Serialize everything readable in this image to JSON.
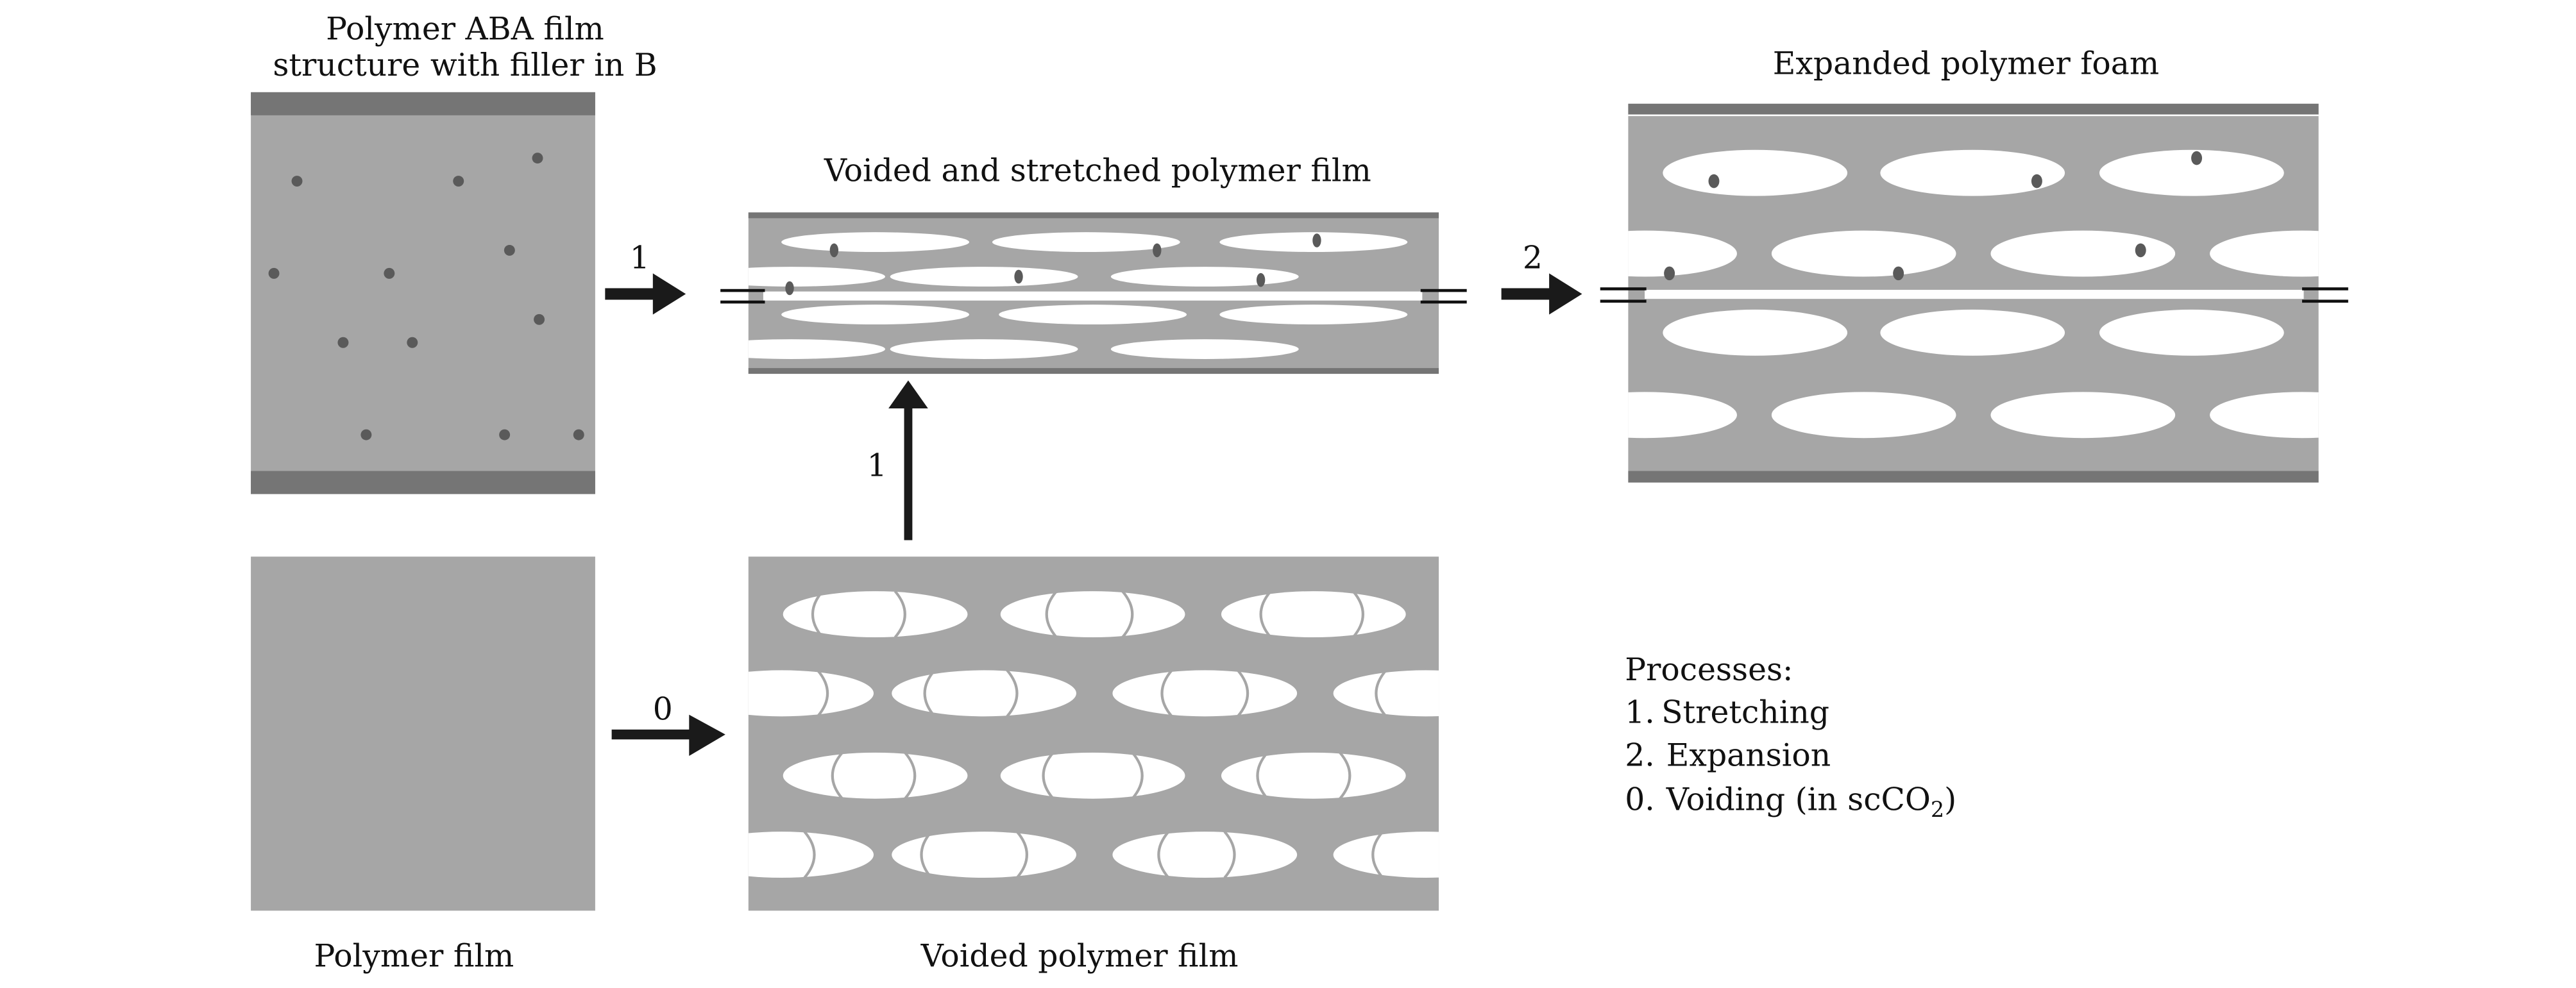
{
  "title_abA": [
    "Polymer ABA film",
    "structure with filler in B"
  ],
  "title_stretched": "Voided and stretched polymer film",
  "title_foam": "Expanded polymer foam",
  "caption_film": "Polymer film",
  "caption_voided": "Voided polymer film",
  "arrows": {
    "aba_to_stretched": "1",
    "voided_to_stretched": "1",
    "stretched_to_foam": "2",
    "film_to_voided": "0"
  },
  "legend": {
    "heading": "Processes:",
    "items": [
      {
        "num": "1.",
        "text": "Stretching"
      },
      {
        "num": "2.",
        "text": "Expansion"
      },
      {
        "num": "0.",
        "text": "Voiding (in scCO",
        "sub": "2",
        "tail": ")"
      }
    ]
  },
  "colors": {
    "polymer": "#a6a6a6",
    "skin_layer": "#757575",
    "filler": "#5a5a5a",
    "void": "#ffffff",
    "crack": "#a6a6a6",
    "arrow": "#1a1a1a"
  }
}
